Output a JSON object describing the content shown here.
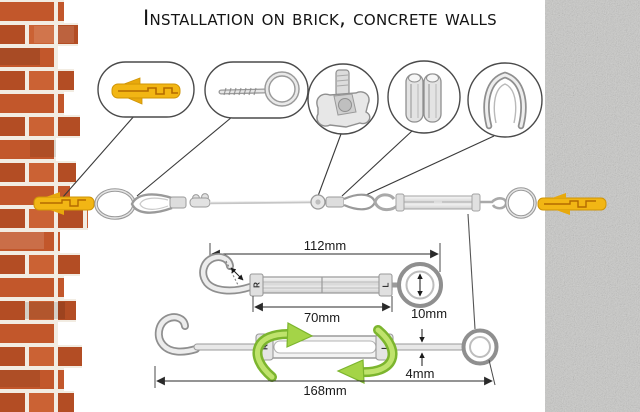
{
  "title": "Installation on brick, concrete walls",
  "icons": {
    "callout_1": "wall-plug-anchor-icon",
    "callout_2": "eye-screw-icon",
    "callout_3": "wire-rope-clip-icon",
    "callout_4": "crimp-ferrule-icon",
    "callout_5": "rope-thimble-icon"
  },
  "measurements": {
    "compact_turnbuckle": {
      "total_length": "112mm",
      "body_length": "70mm",
      "eye_inner_diameter": "10mm"
    },
    "extended_turnbuckle": {
      "total_length": "168mm",
      "rod_diameter": "4mm"
    }
  },
  "turnbuckle_marks": {
    "left": "R",
    "right": "L"
  },
  "colors": {
    "brick": "#c2572b",
    "mortar": "#f2ece2",
    "concrete": "#c9c9c7",
    "metal_outline": "#8f8f8f",
    "metal_fill": "#ececec",
    "plug_yellow": "#f2b614",
    "plug_detail": "#b36a00",
    "rotation_arrow_green": "#a4d447",
    "dimension_line": "#2a2a2a"
  }
}
